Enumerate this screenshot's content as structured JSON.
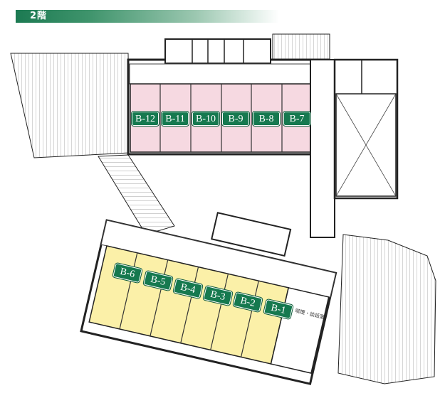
{
  "floor_label": "2階",
  "colors": {
    "banner": "#1c7a52",
    "badge": "#16794f",
    "upper_rooms": "#f6d9e1",
    "lower_rooms": "#fbf0a8",
    "wall": "#222222"
  },
  "upper_rooms": [
    "B-12",
    "B-11",
    "B-10",
    "B-9",
    "B-8",
    "B-7"
  ],
  "lower_rooms": [
    "B-6",
    "B-5",
    "B-4",
    "B-3",
    "B-2",
    "B-1"
  ],
  "lounge_label": "喫煙・談話室"
}
